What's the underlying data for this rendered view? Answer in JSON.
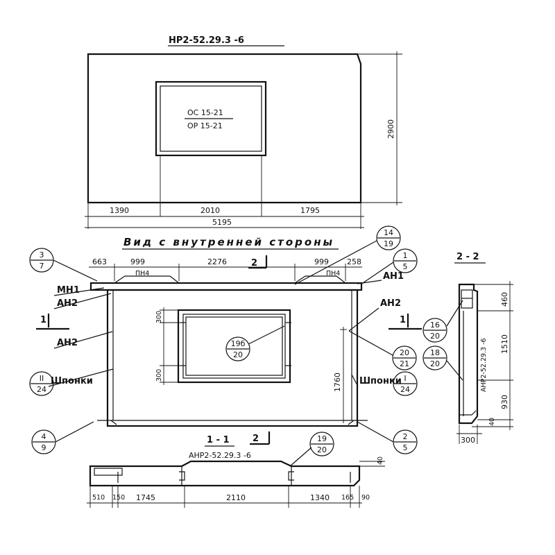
{
  "top_view": {
    "mark": "НР2-52.29.3 -6",
    "opening_label_1": "ОС 15-21",
    "opening_label_2": "ОР 15-21",
    "height_dim": "2900",
    "dims": [
      "1390",
      "2010",
      "1795"
    ],
    "total_width": "5195"
  },
  "inner_view": {
    "title": "Вид с внутренней стороны",
    "top_dims": [
      "663",
      "999",
      "2276",
      "999",
      "258"
    ],
    "section_mark": "2",
    "pn4_left": "ПН4",
    "pn4_right": "ПН4",
    "labels": {
      "mn1": "МН1",
      "an2_left_top": "АН2",
      "an2_left_mid": "АН2",
      "an1_right": "АН1",
      "an2_right": "АН2",
      "shponki_left": "Шпонки",
      "shponki_right": "Шпонки",
      "section_left": "1",
      "section_right": "1"
    },
    "callouts": [
      {
        "num": "3",
        "den": "7"
      },
      {
        "num": "14",
        "den": "19"
      },
      {
        "num": "1",
        "den": "5"
      },
      {
        "num": "19б",
        "den": "20"
      },
      {
        "num": "20",
        "den": "21"
      },
      {
        "num": "II",
        "den": "24"
      },
      {
        "num": "I",
        "den": "24"
      },
      {
        "num": "4",
        "den": "9"
      },
      {
        "num": "2",
        "den": "5"
      }
    ],
    "window_dims": [
      "300",
      "300"
    ],
    "height_dim": "1760"
  },
  "section_2_2": {
    "title": "2 - 2",
    "dims": [
      "460",
      "1510",
      "930",
      "40"
    ],
    "width_dim": "300",
    "vertical_mark": "АНР2-52.29.3 -6",
    "callouts": [
      {
        "num": "16",
        "den": "20"
      },
      {
        "num": "18",
        "den": "20"
      }
    ]
  },
  "section_1_1": {
    "title": "1 - 1",
    "section_mark": "2",
    "mark": "АНР2-52.29.3 -6",
    "callout": {
      "num": "19",
      "den": "20"
    },
    "right_dim": "40",
    "bottom_dims": [
      "510",
      "150",
      "1745",
      "2110",
      "1340",
      "165",
      "90"
    ]
  }
}
